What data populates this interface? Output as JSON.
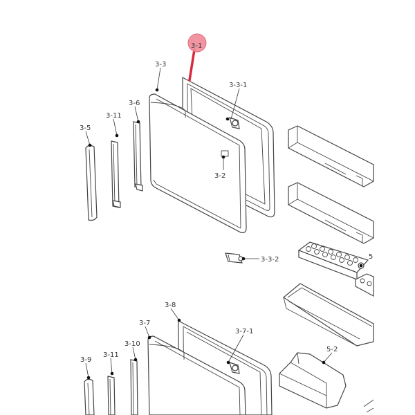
{
  "labels": {
    "l_3_1": "3-1",
    "l_3_3": "3-3",
    "l_3_3_1": "3-3-1",
    "l_3_6": "3-6",
    "l_3_11a": "3-11",
    "l_3_5": "3-5",
    "l_3_2": "3-2",
    "l_3_3_2": "3-3-2",
    "l_5": "5",
    "l_3_8": "3-8",
    "l_3_7": "3-7",
    "l_3_7_1": "3-7-1",
    "l_3_10": "3-10",
    "l_3_11b": "3-11",
    "l_3_9": "3-9",
    "l_5_2": "5-2"
  },
  "colors": {
    "highlight_fill": "#f08a98",
    "highlight_marker": "#d8283c",
    "line": "#444444"
  }
}
